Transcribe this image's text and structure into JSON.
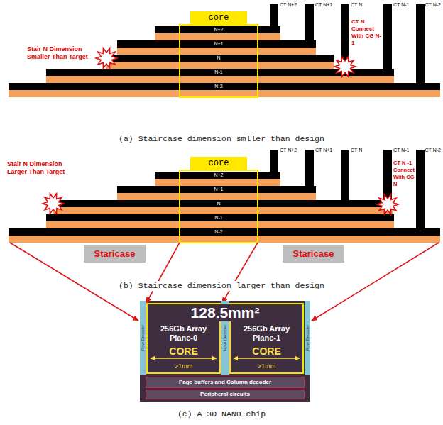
{
  "diagram": {
    "nodes": [
      {
        "text": [
          "core"
        ]
      },
      {
        "text": [
          "core"
        ]
      },
      {
        "text": [
          "Staricase"
        ]
      },
      {
        "text": [
          "Staricase"
        ]
      },
      {
        "text": [
          "128.5mm²"
        ]
      },
      {
        "text": [
          "Row Decoder"
        ],
        "in": 4
      },
      {
        "text": [
          "256Gb Array Plane-0",
          "CORE",
          ">1mm"
        ],
        "in": 4
      },
      {
        "text": [
          "Row Decoder"
        ],
        "in": 4
      },
      {
        "text": [
          "256Gb Array Plane-1",
          "CORE",
          ">1mm"
        ],
        "in": 4
      },
      {
        "text": [
          "Row Decoder"
        ],
        "in": 4
      },
      {
        "text": [
          "Page buffers and Column decoder"
        ],
        "in": 4
      },
      {
        "text": [
          "Peripheral circuits"
        ],
        "in": 4
      }
    ],
    "labels": [
      "N+2",
      "N+1",
      "N",
      "N-1",
      "N-2",
      "CT N+2",
      "CT N+1",
      "CT N",
      "CT N-1",
      "CT N-2",
      "Stair N Dimension Smaller Than Target",
      "CT N Connect With CG N-1",
      "(a) Staircase dimension smller than design",
      "N+2",
      "N+1",
      "N",
      "N-1",
      "N-2",
      "CT N+2",
      "CT N+1",
      "CT N",
      "CT N-1",
      "CT N-2",
      "Stair N Dimension Larger Than Target",
      "CT N -1 Connect With CG N",
      "(b) Staircase dimension larger than design",
      "(c) A 3D NAND chip"
    ]
  }
}
